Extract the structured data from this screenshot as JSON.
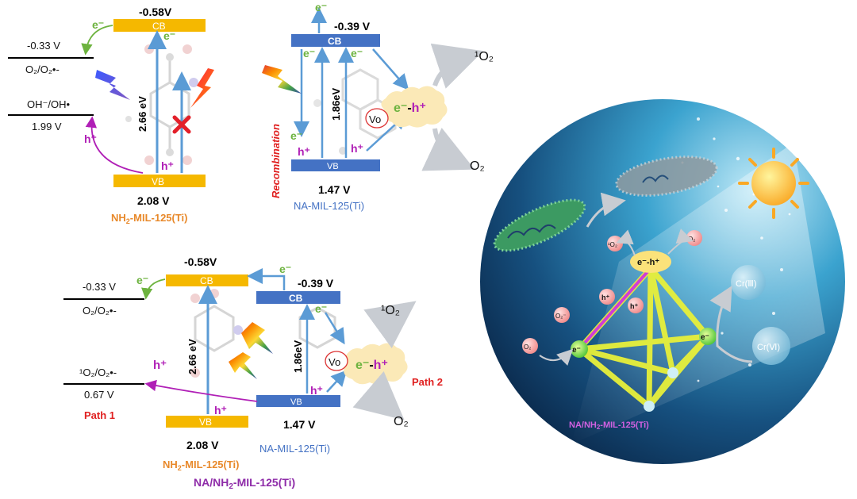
{
  "colors": {
    "band_yellow": "#F5B800",
    "band_blue": "#4472C4",
    "arrow_blue": "#5B9BD5",
    "electron_green": "#6DB33F",
    "hole_magenta": "#B01FB6",
    "label_orange": "#E8892B",
    "label_blue": "#4472C4",
    "label_purple": "#8E2BA8",
    "label_red": "#E02020",
    "cross_red": "#E3202A",
    "orb_dark": "#0F3E66",
    "orb_light": "#4FB4DA",
    "lattice_yellow": "#E8F03A",
    "pink_bond": "#D23CD6"
  },
  "upper_left": {
    "cb_voltage": "-0.58V",
    "cb_label": "CB",
    "vb_label": "VB",
    "vb_voltage": "2.08 V",
    "gap": "2.66 eV",
    "potential_1": "-0.33 V",
    "couple_1": "O₂/O₂•-",
    "couple_2": "OH⁻/OH•",
    "potential_2": "1.99 V",
    "material_prefix": "NH",
    "material_sub": "2",
    "material_suffix": "-MIL-125(Ti)",
    "electron": "e⁻",
    "hole": "h⁺"
  },
  "upper_middle": {
    "cb_voltage": "-0.39 V",
    "cb_label": "CB",
    "vb_label": "VB",
    "vb_voltage": "1.47 V",
    "gap": "1.86eV",
    "recombination": "Recombination",
    "material": "NA-MIL-125(Ti)",
    "vo": "Vo",
    "pair_e": "e⁻",
    "pair_dash": "-",
    "pair_h": "h⁺",
    "singlet_o2": "¹O₂",
    "o2": "O₂",
    "electron": "e⁻",
    "hole": "h⁺"
  },
  "lower": {
    "cb1_voltage": "-0.58V",
    "cb2_voltage": "-0.39 V",
    "cb_label": "CB",
    "vb_label": "VB",
    "gap1": "2.66 eV",
    "gap2": "1.86eV",
    "vb1_voltage": "2.08 V",
    "vb2_voltage": "1.47 V",
    "potential_1": "-0.33 V",
    "couple_1": "O₂/O₂•-",
    "couple_2": "¹O₂/O₂•-",
    "potential_2": "0.67 V",
    "path1": "Path 1",
    "path2": "Path 2",
    "material1_prefix": "NH",
    "material1_sub": "2",
    "material1_suffix": "-MIL-125(Ti)",
    "material2": "NA-MIL-125(Ti)",
    "composite_prefix": "NA/NH",
    "composite_sub": "2",
    "composite_suffix": "-MIL-125(Ti)",
    "vo": "Vo",
    "pair_e": "e⁻",
    "pair_dash": "-",
    "pair_h": "h⁺",
    "singlet_o2": "¹O₂",
    "o2": "O₂",
    "electron": "e⁻",
    "hole": "h⁺"
  },
  "orb": {
    "label_prefix": "NA/NH",
    "label_sub": "2",
    "label_suffix": "-MIL-125(Ti)",
    "pair": "e⁻-h⁺",
    "singlet_o2": "¹O₂",
    "o2": "O₂",
    "superoxide": "O₂⁻",
    "hole": "h⁺",
    "electron": "e⁻",
    "cr3": "Cr(Ⅲ)",
    "cr6": "Cr(Ⅵ)",
    "icons": [
      "sun-icon",
      "bacteria-icon",
      "lightning-icon"
    ]
  }
}
